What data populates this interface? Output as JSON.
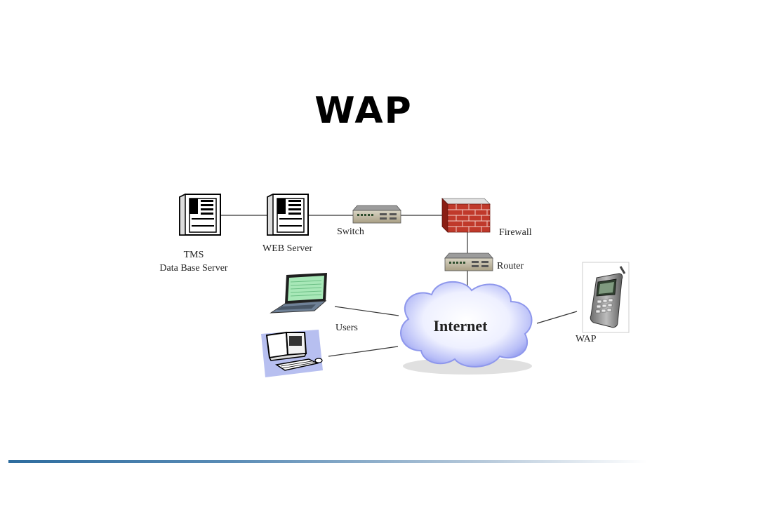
{
  "title": "WAP",
  "nodes": {
    "tms": {
      "label_line1": "TMS",
      "label_line2": "Data Base Server",
      "icon": "server-icon"
    },
    "web": {
      "label": "WEB Server",
      "icon": "server-icon"
    },
    "switch": {
      "label": "Switch",
      "icon": "switch-icon"
    },
    "firewall": {
      "label": "Firewall",
      "icon": "firewall-icon"
    },
    "router": {
      "label": "Router",
      "icon": "router-icon"
    },
    "internet": {
      "label": "Internet",
      "icon": "cloud-icon"
    },
    "users": {
      "label": "Users",
      "icons": [
        "laptop-icon",
        "desktop-computer-icon"
      ]
    },
    "wap": {
      "label": "WAP",
      "icon": "mobile-phone-icon"
    }
  },
  "colors": {
    "footer_bar": "#2d6c9e",
    "cloud": "#9fa8f2",
    "firewall": "#c0392b"
  }
}
